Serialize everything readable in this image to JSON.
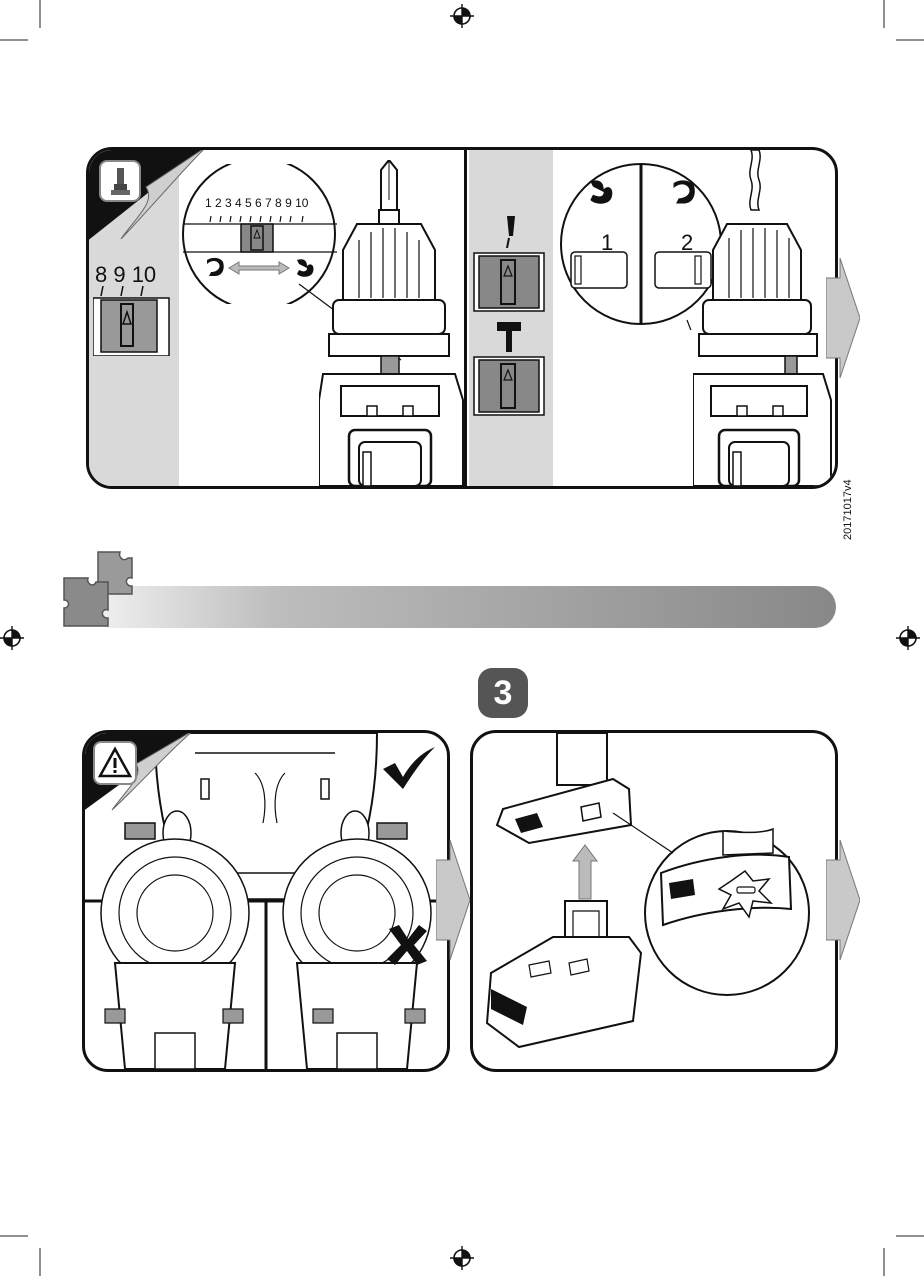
{
  "top_panel": {
    "selector_numbers_large": "8 9 10",
    "selector_numbers_zoom": "1 2 3 4 5 6 7 8 9 10",
    "mode_1_label": "1",
    "mode_2_label": "2"
  },
  "side_code": "20171017v4",
  "step": {
    "number": "3"
  },
  "colors": {
    "panel_border": "#111111",
    "side_band": "#d9d9d9",
    "arrow_fill": "#c9c9c9",
    "badge": "#555555"
  },
  "icons": [
    "registration-mark-icon",
    "screwdriver-icon",
    "warning-icon",
    "check-icon",
    "cross-icon",
    "puzzle-icon",
    "drill-bit-icon",
    "hammer-icon",
    "strong-arm-icon",
    "weak-arm-icon",
    "next-arrow-icon"
  ]
}
